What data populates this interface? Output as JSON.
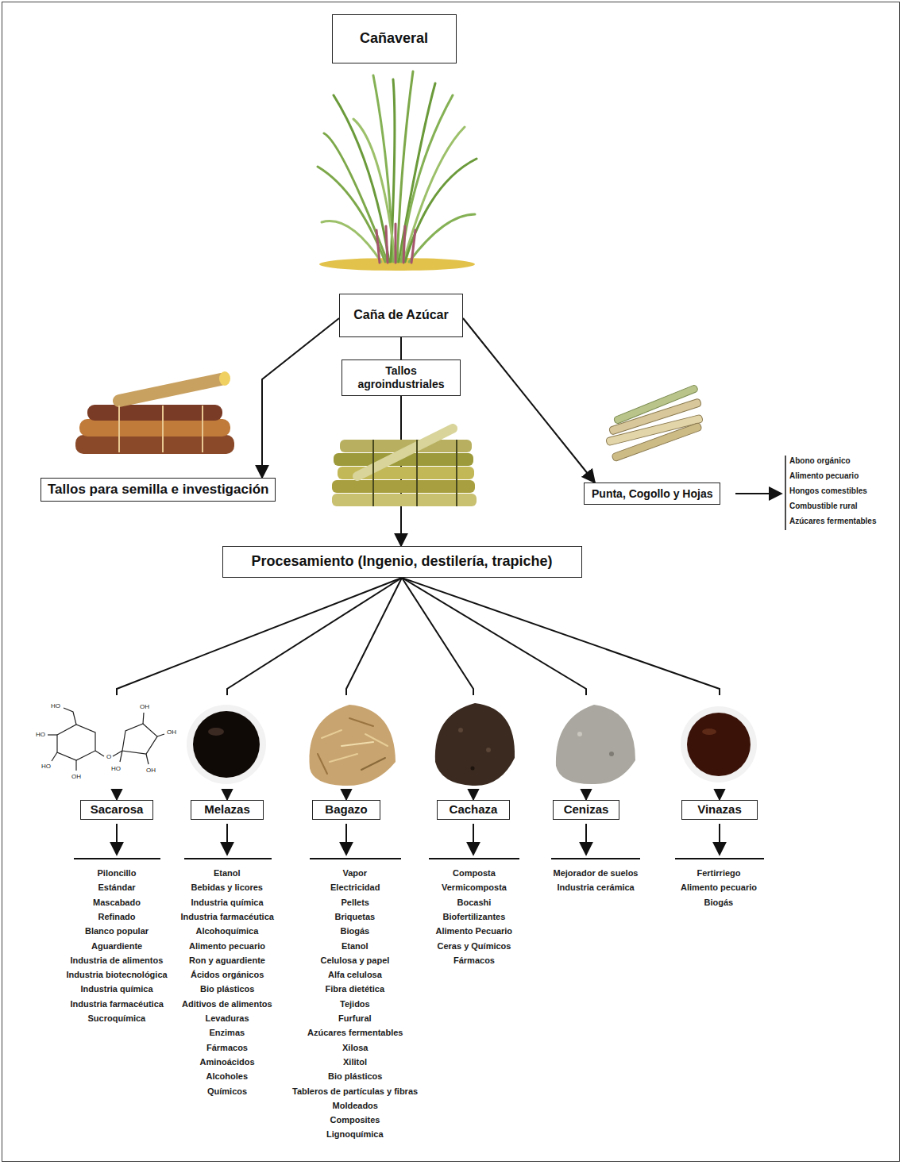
{
  "diagram": {
    "nodes": [
      {
        "text": [
          "Cañaveral"
        ]
      },
      {
        "text": [
          "Caña de Azúcar"
        ]
      },
      {
        "text": [
          "Tallos agroindustriales"
        ]
      },
      {
        "text": [
          "Tallos para semilla e investigación"
        ]
      },
      {
        "text": [
          "Punta, Cogollo y Hojas"
        ]
      },
      {
        "text": [
          "Procesamiento (Ingenio, destilería, trapiche)"
        ]
      },
      {
        "text": [
          "Sacarosa"
        ]
      },
      {
        "text": [
          "Melazas"
        ]
      },
      {
        "text": [
          "Bagazo"
        ]
      },
      {
        "text": [
          "Cachaza"
        ]
      },
      {
        "text": [
          "Cenizas"
        ]
      },
      {
        "text": [
          "Vinazas"
        ]
      }
    ],
    "edges": [
      {
        "from": 1,
        "to": 3,
        "arrow": "to"
      },
      {
        "from": 1,
        "to": 2,
        "arrow": "none"
      },
      {
        "from": 2,
        "to": 5,
        "arrow": "to"
      },
      {
        "from": 1,
        "to": 4,
        "arrow": "to"
      },
      {
        "from": 5,
        "to": 6,
        "arrow": "to"
      },
      {
        "from": 5,
        "to": 7,
        "arrow": "to"
      },
      {
        "from": 5,
        "to": 8,
        "arrow": "to"
      },
      {
        "from": 5,
        "to": 9,
        "arrow": "to"
      },
      {
        "from": 5,
        "to": 10,
        "arrow": "to"
      },
      {
        "from": 5,
        "to": 11,
        "arrow": "to"
      }
    ],
    "labels": [
      "Abono orgánico",
      "Alimento pecuario",
      "Hongos comestibles",
      "Combustible rural",
      "Azúcares fermentables",
      "HO",
      "HO",
      "HO",
      "OH",
      "O",
      "OH",
      "OH",
      "OH",
      "HO",
      "Piloncillo",
      "Estándar",
      "Mascabado",
      "Refinado",
      "Blanco popular",
      "Aguardiente",
      "Industria de alimentos",
      "Industria biotecnológica",
      "Industria química",
      "Industria farmacéutica",
      "Sucroquímica",
      "Etanol",
      "Bebidas y licores",
      "Industria química",
      "Industria farmacéutica",
      "Alcohoquímica",
      "Alimento pecuario",
      "Ron y aguardiente",
      "Ácidos orgánicos",
      "Bio plásticos",
      "Aditivos de alimentos",
      "Levaduras",
      "Enzimas",
      "Fármacos",
      "Aminoácidos",
      "Alcoholes",
      "Químicos",
      "Vapor",
      "Electricidad",
      "Pellets",
      "Briquetas",
      "Biogás",
      "Etanol",
      "Celulosa y papel",
      "Alfa celulosa",
      "Fibra dietética",
      "Tejidos",
      "Furfural",
      "Azúcares fermentables",
      "Xilosa",
      "Xilitol",
      "Bio plásticos",
      "Tableros de partículas y fibras",
      "Moldeados",
      "Composites",
      "Lignoquímica",
      "Composta",
      "Vermicomposta",
      "Bocashi",
      "Biofertilizantes",
      "Alimento Pecuario",
      "Ceras y Químicos",
      "Fármacos",
      "Mejorador de suelos",
      "Industria cerámica",
      "Fertirriego",
      "Alimento pecuario",
      "Biogás"
    ]
  }
}
